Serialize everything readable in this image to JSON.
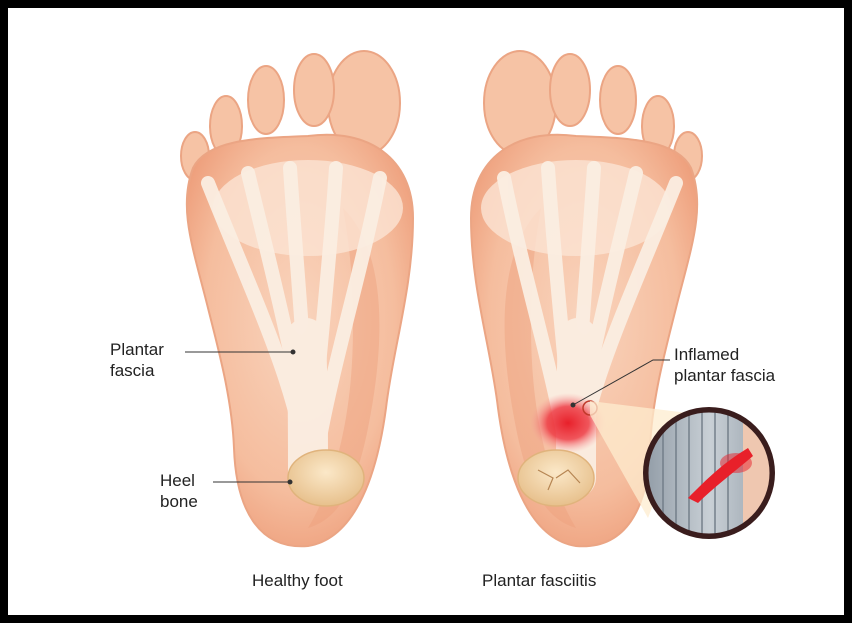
{
  "labels": {
    "plantar_fascia": "Plantar\nfascia",
    "heel_bone": "Heel\nbone",
    "inflamed_plantar_fascia": "Inflamed\nplantar fascia"
  },
  "captions": {
    "healthy": "Healthy foot",
    "fasciitis": "Plantar fasciitis"
  },
  "colors": {
    "skin": "#f6c3a5",
    "skin_dark": "#ee9f7c",
    "fascia": "#fbeee2",
    "bone": "#f3d6ad",
    "inflammation": "#e8202a",
    "zoom_ring": "#3a1d1d"
  }
}
